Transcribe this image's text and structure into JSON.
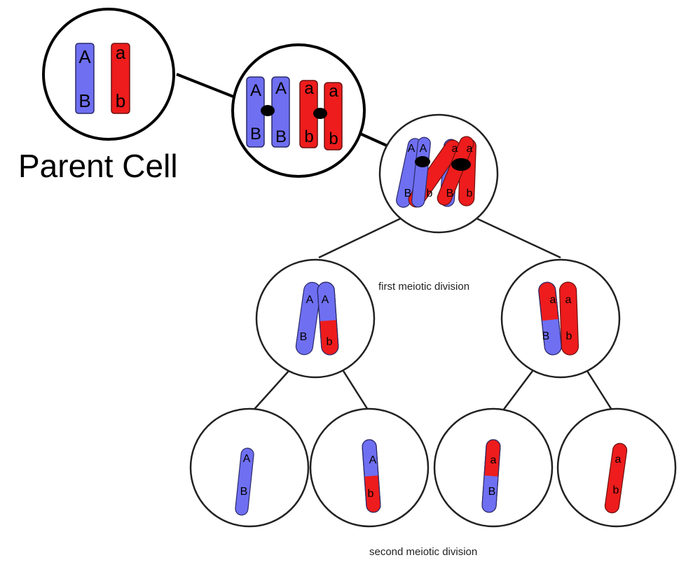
{
  "labels": {
    "parent_cell": "Parent Cell",
    "first_division": "first meiotic division",
    "second_division": "second meiotic division"
  },
  "alleles": {
    "upper_dominant": "A",
    "lower_dominant": "B",
    "upper_recessive": "a",
    "lower_recessive": "b"
  },
  "colors": {
    "maternal_blue": "#6f6ff2",
    "paternal_red": "#ee1c1c",
    "outline": "#000000",
    "centromere": "#000000"
  }
}
